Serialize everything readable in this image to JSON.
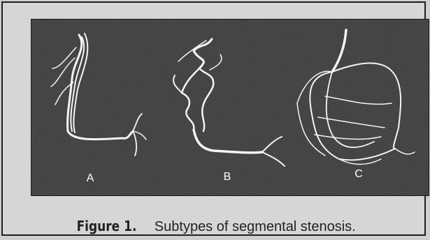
{
  "figure": {
    "panel_labels": [
      "A",
      "B",
      "C"
    ],
    "caption_number": "Figure 1.",
    "caption_text": "Subtypes of segmental stenosis."
  },
  "colors": {
    "panel_background": "#3c3c3c",
    "vessel": "#f4f4f4",
    "frame_border": "#1e1e1e",
    "page_background": "#d6d6d6"
  }
}
